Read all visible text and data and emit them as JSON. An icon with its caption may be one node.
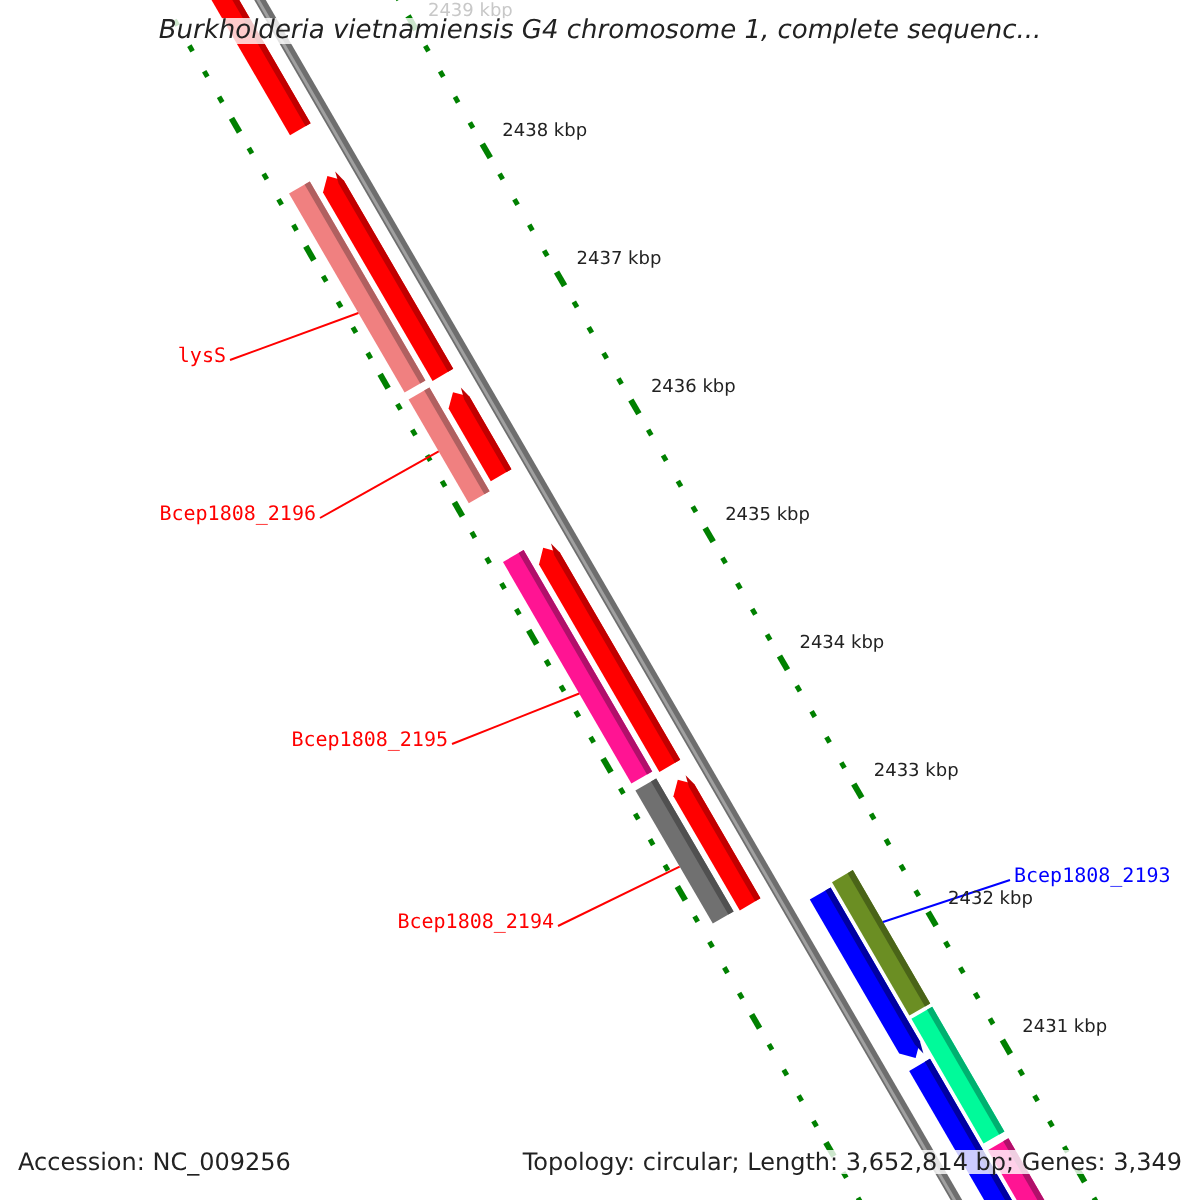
{
  "diagram": {
    "title": "Burkholderia vietnamiensis G4 chromosome 1, complete sequenc...",
    "nodes": [
      {
        "text": [
          "lysS"
        ]
      },
      {
        "text": [],
        "shape": "bar"
      },
      {
        "text": [
          "Bcep1808_2196"
        ]
      },
      {
        "text": [],
        "shape": "bar"
      },
      {
        "text": [
          "Bcep1808_2195"
        ]
      },
      {
        "text": [],
        "shape": "bar"
      },
      {
        "text": [
          "Bcep1808_2194"
        ]
      },
      {
        "text": [],
        "shape": "bar"
      },
      {
        "text": [
          "Bcep1808_2193"
        ]
      },
      {
        "text": [],
        "shape": "bar"
      }
    ],
    "edges": [
      {
        "from": 0,
        "to": 1,
        "arrow": "none"
      },
      {
        "from": 2,
        "to": 3,
        "arrow": "none"
      },
      {
        "from": 4,
        "to": 5,
        "arrow": "none"
      },
      {
        "from": 6,
        "to": 7,
        "arrow": "none"
      },
      {
        "from": 8,
        "to": 9,
        "arrow": "none",
        "color": "#0000ff"
      }
    ],
    "labels": [
      "2439 kbp",
      "2438 kbp",
      "2437 kbp",
      "2436 kbp",
      "2435 kbp",
      "2434 kbp",
      "2433 kbp",
      "2432 kbp",
      "2431 kbp",
      "Accession: NC_009256",
      "Topology: circular; Length: 3,652,814 bp; Genes: 3,349"
    ]
  }
}
